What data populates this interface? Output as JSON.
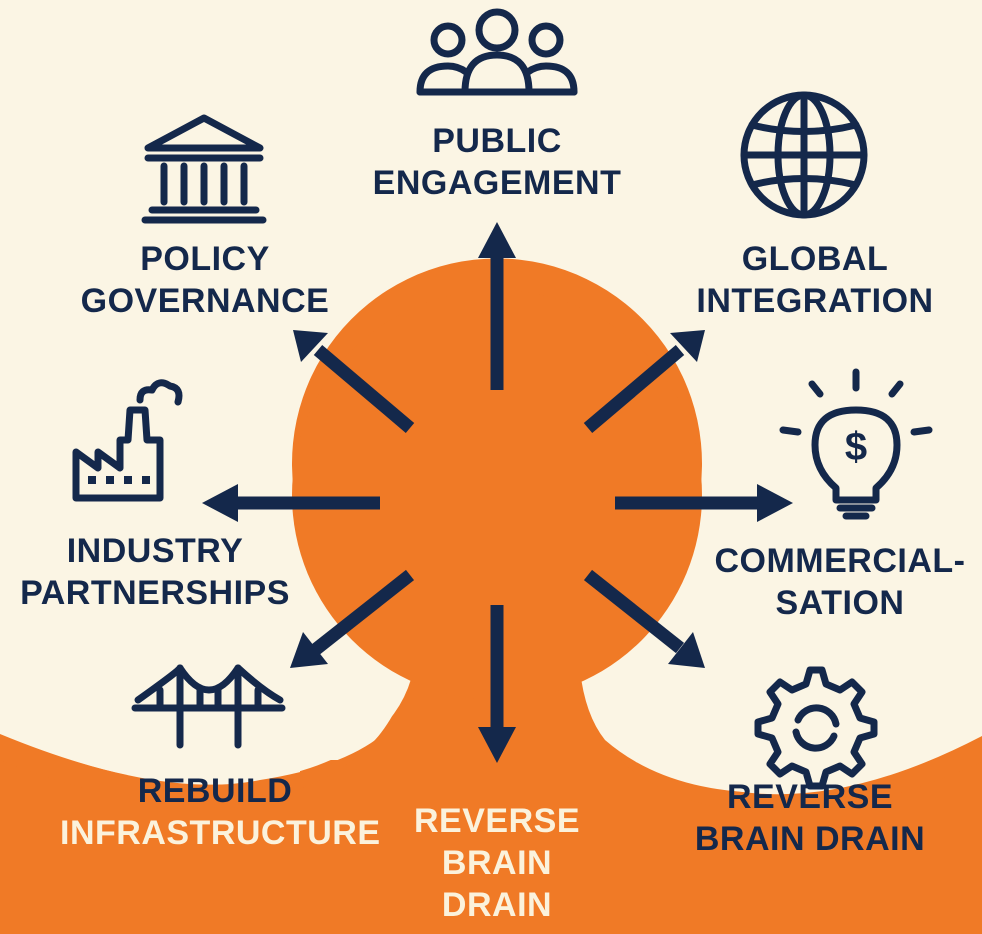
{
  "colors": {
    "background": "#fbf5e4",
    "accent": "#f07a26",
    "navy": "#14284b",
    "light_text": "#fbf2dc"
  },
  "center": {
    "label": ""
  },
  "nodes": [
    {
      "id": "public-engagement",
      "label": "PUBLIC\nENGAGEMENT",
      "icon": "people-group-icon"
    },
    {
      "id": "global-integration",
      "label": "GLOBAL\nINTEGRATION",
      "icon": "globe-icon"
    },
    {
      "id": "commercialisation",
      "label": "COMMERCIAL-\nSATION",
      "icon": "lightbulb-dollar-icon"
    },
    {
      "id": "reverse-brain-drain-right",
      "label": "REVERSE\nBRAIN DRAIN",
      "icon": "gear-icon"
    },
    {
      "id": "reverse-brain-drain-bottom",
      "label": "REVERSE\nBRAIN\nDRAIN",
      "icon": ""
    },
    {
      "id": "rebuild-infrastructure",
      "label": "REBUILD\nINFRASTRUCTURE",
      "icon": "bridge-icon"
    },
    {
      "id": "industry-partnerships",
      "label": "INDUSTRY\nPARTNERSHIPS",
      "icon": "factory-icon"
    },
    {
      "id": "policy-governance",
      "label": "POLICY\nGOVERNANCE",
      "icon": "government-building-icon"
    }
  ]
}
